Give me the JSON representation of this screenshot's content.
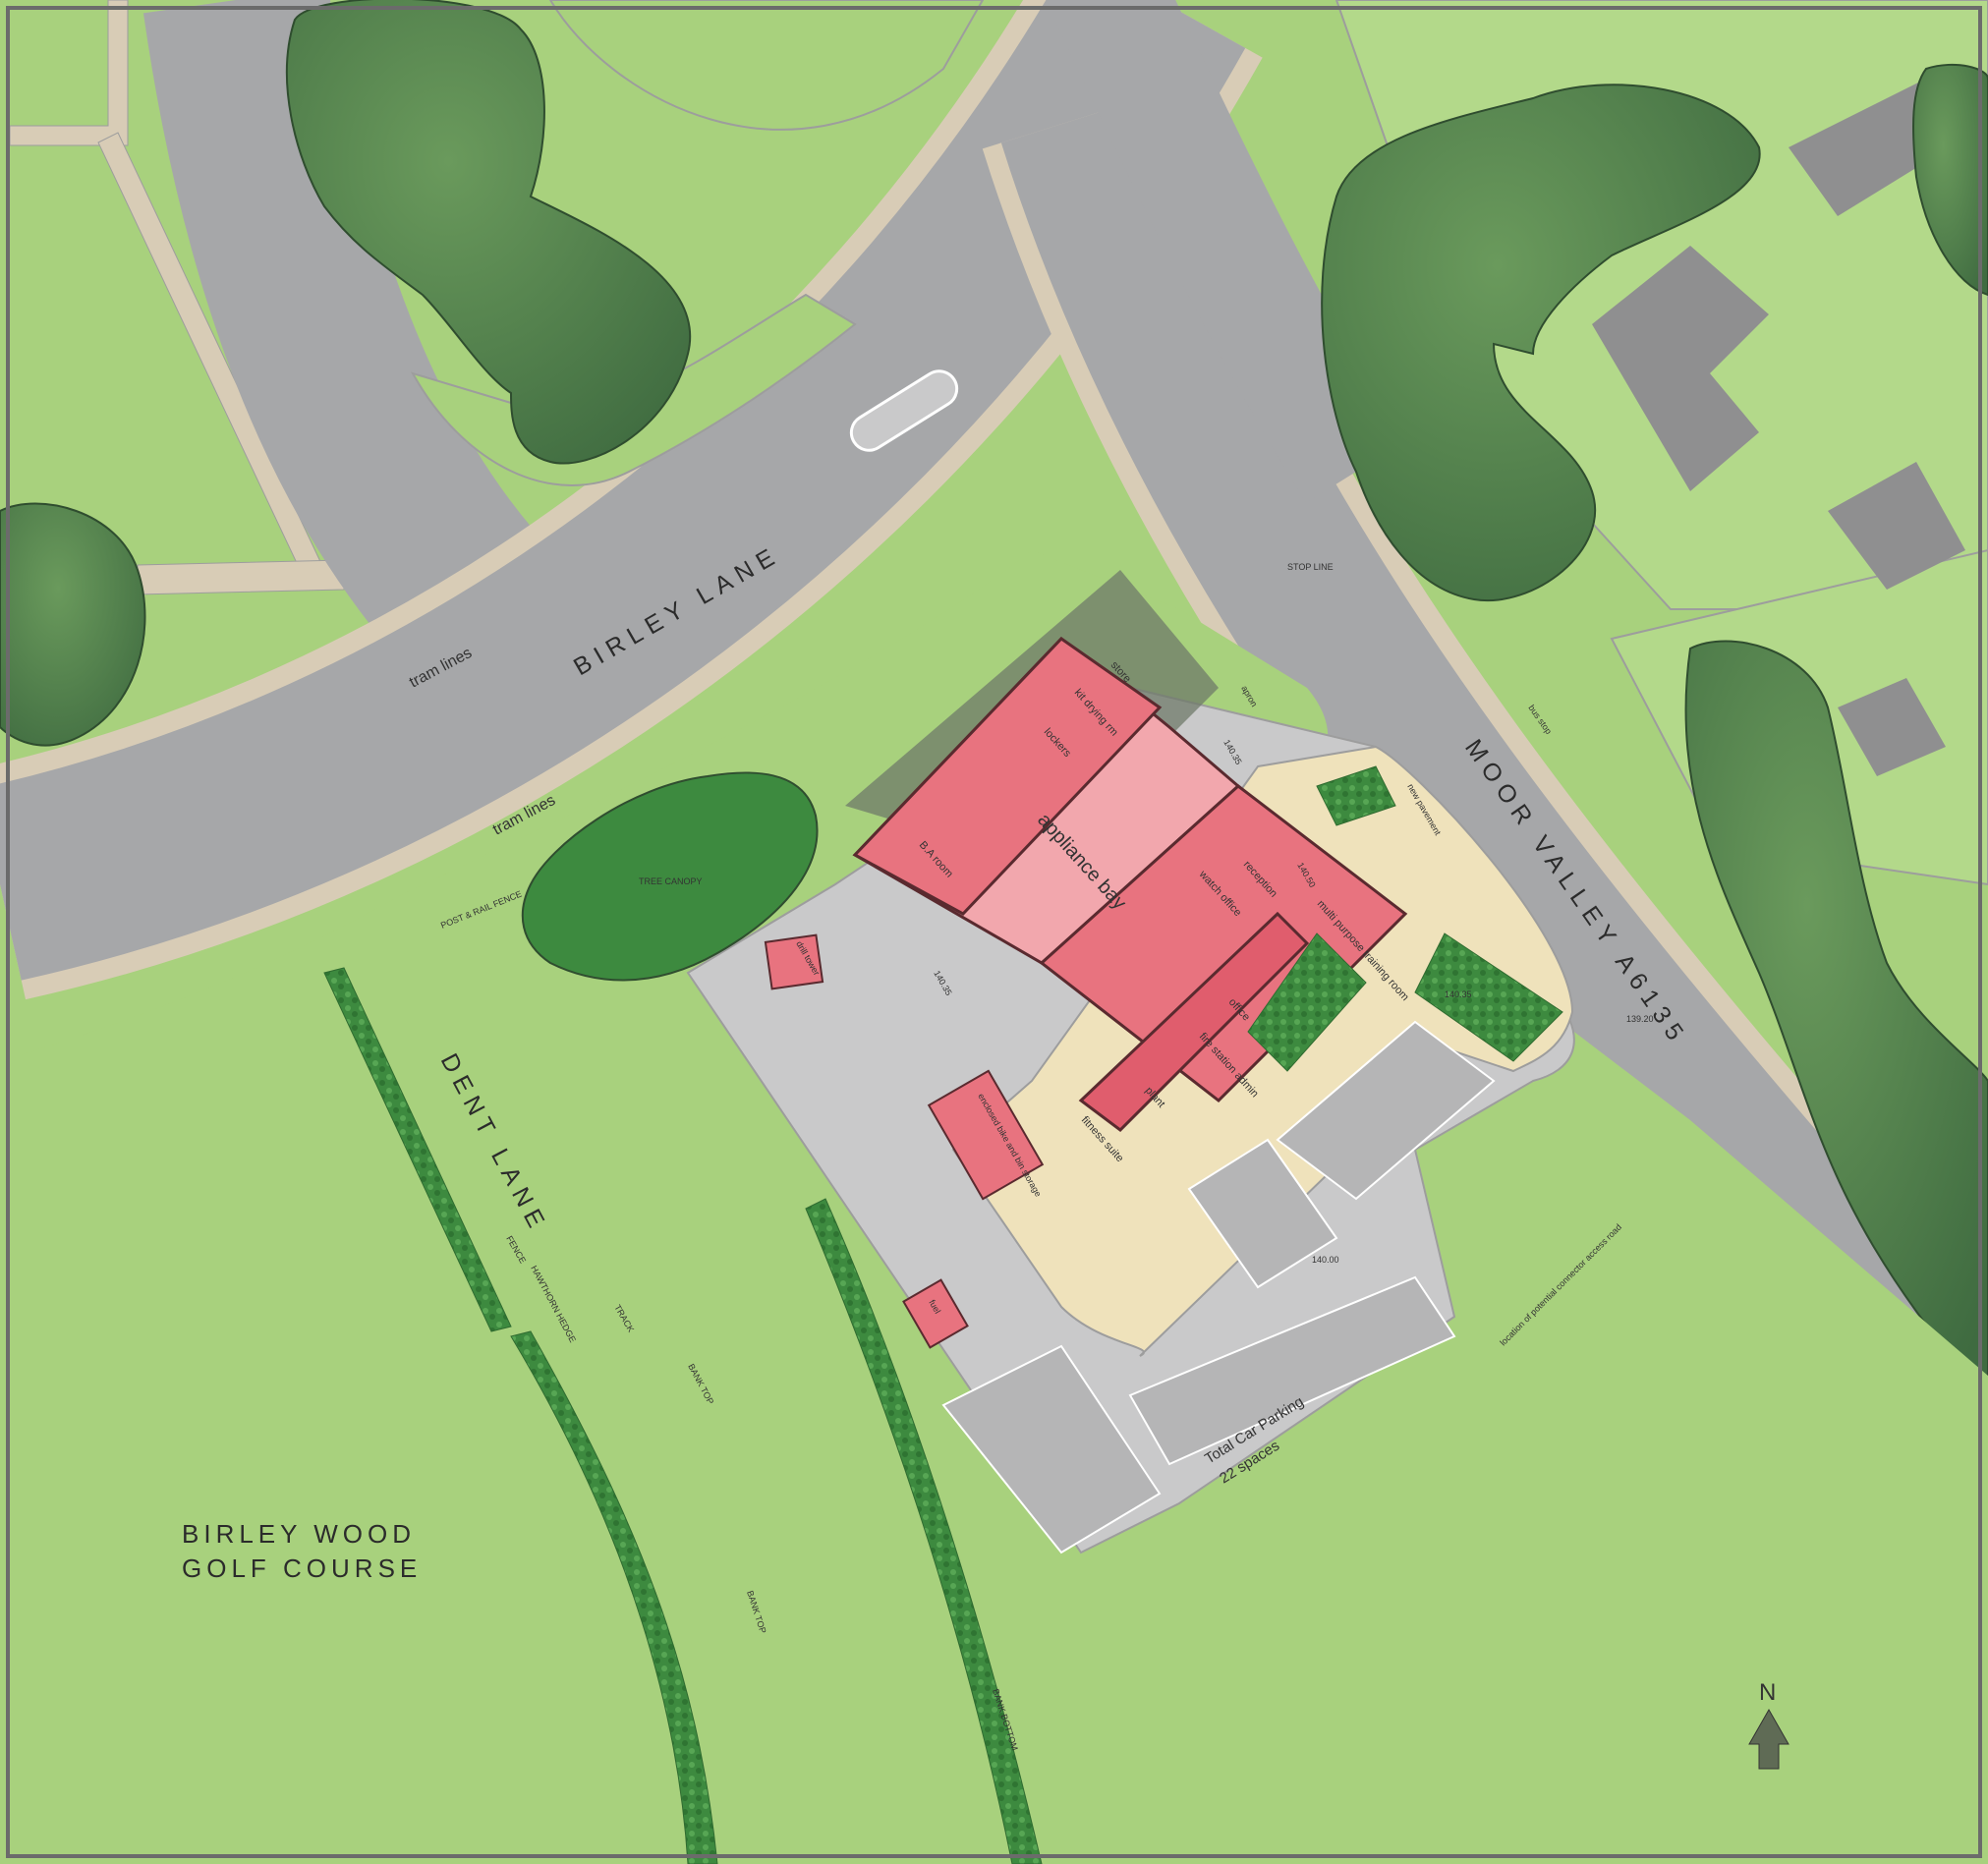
{
  "roads": {
    "birley_lane": "BIRLEY LANE",
    "moor_valley": "MOOR VALLEY A6135",
    "dent_lane": "DENT LANE",
    "tram_lines_1": "tram lines",
    "tram_lines_2": "tram lines"
  },
  "areas": {
    "golf_line1": "BIRLEY WOOD",
    "golf_line2": "GOLF COURSE",
    "tree_canopy": "TREE CANOPY",
    "post_rail_fence": "POST & RAIL FENCE",
    "hawthorn_hedge": "HAWTHORN HEDGE",
    "bank_top_1": "BANK TOP",
    "bank_top_2": "BANK TOP",
    "bank_bottom": "BANK BOTTOM",
    "track": "TRACK",
    "fence": "FENCE",
    "stop_line": "STOP LINE"
  },
  "building": {
    "appliance_bay": "appliance bay",
    "ba_room": "B.A room",
    "kit_drying": "kit drying rm",
    "store": "store",
    "lockers": "lockers",
    "reception": "reception",
    "watch_office": "watch office",
    "multi_purpose": "multi purpose training room",
    "fire_station_admin": "fire station admin",
    "office": "office",
    "plant": "plant",
    "fitness_suite": "fitness suite",
    "drill_tower": "drill tower",
    "fuel": "fuel",
    "external_bin_store": "enclosed bike and bin storage",
    "apron": "apron"
  },
  "annotations": {
    "new_pavement": "new pavement",
    "bus_stop": "bus stop",
    "connector": "location of potential connector access road",
    "parking_line1": "Total Car Parking",
    "parking_line2": "22 spaces"
  },
  "levels": {
    "l1": "140.35",
    "l2": "140.35",
    "l3": "140.50",
    "l4": "140.35",
    "l5": "139.20",
    "l6": "140.00"
  },
  "north": "N",
  "colors": {
    "grass": "#a8d17d",
    "road": "#a6a7a9",
    "pavement": "#d8ccb6",
    "trees": "#4a7a4a",
    "building": "#f29aa3",
    "hardstanding": "#c9c9ca",
    "paving": "#efe2bb"
  }
}
